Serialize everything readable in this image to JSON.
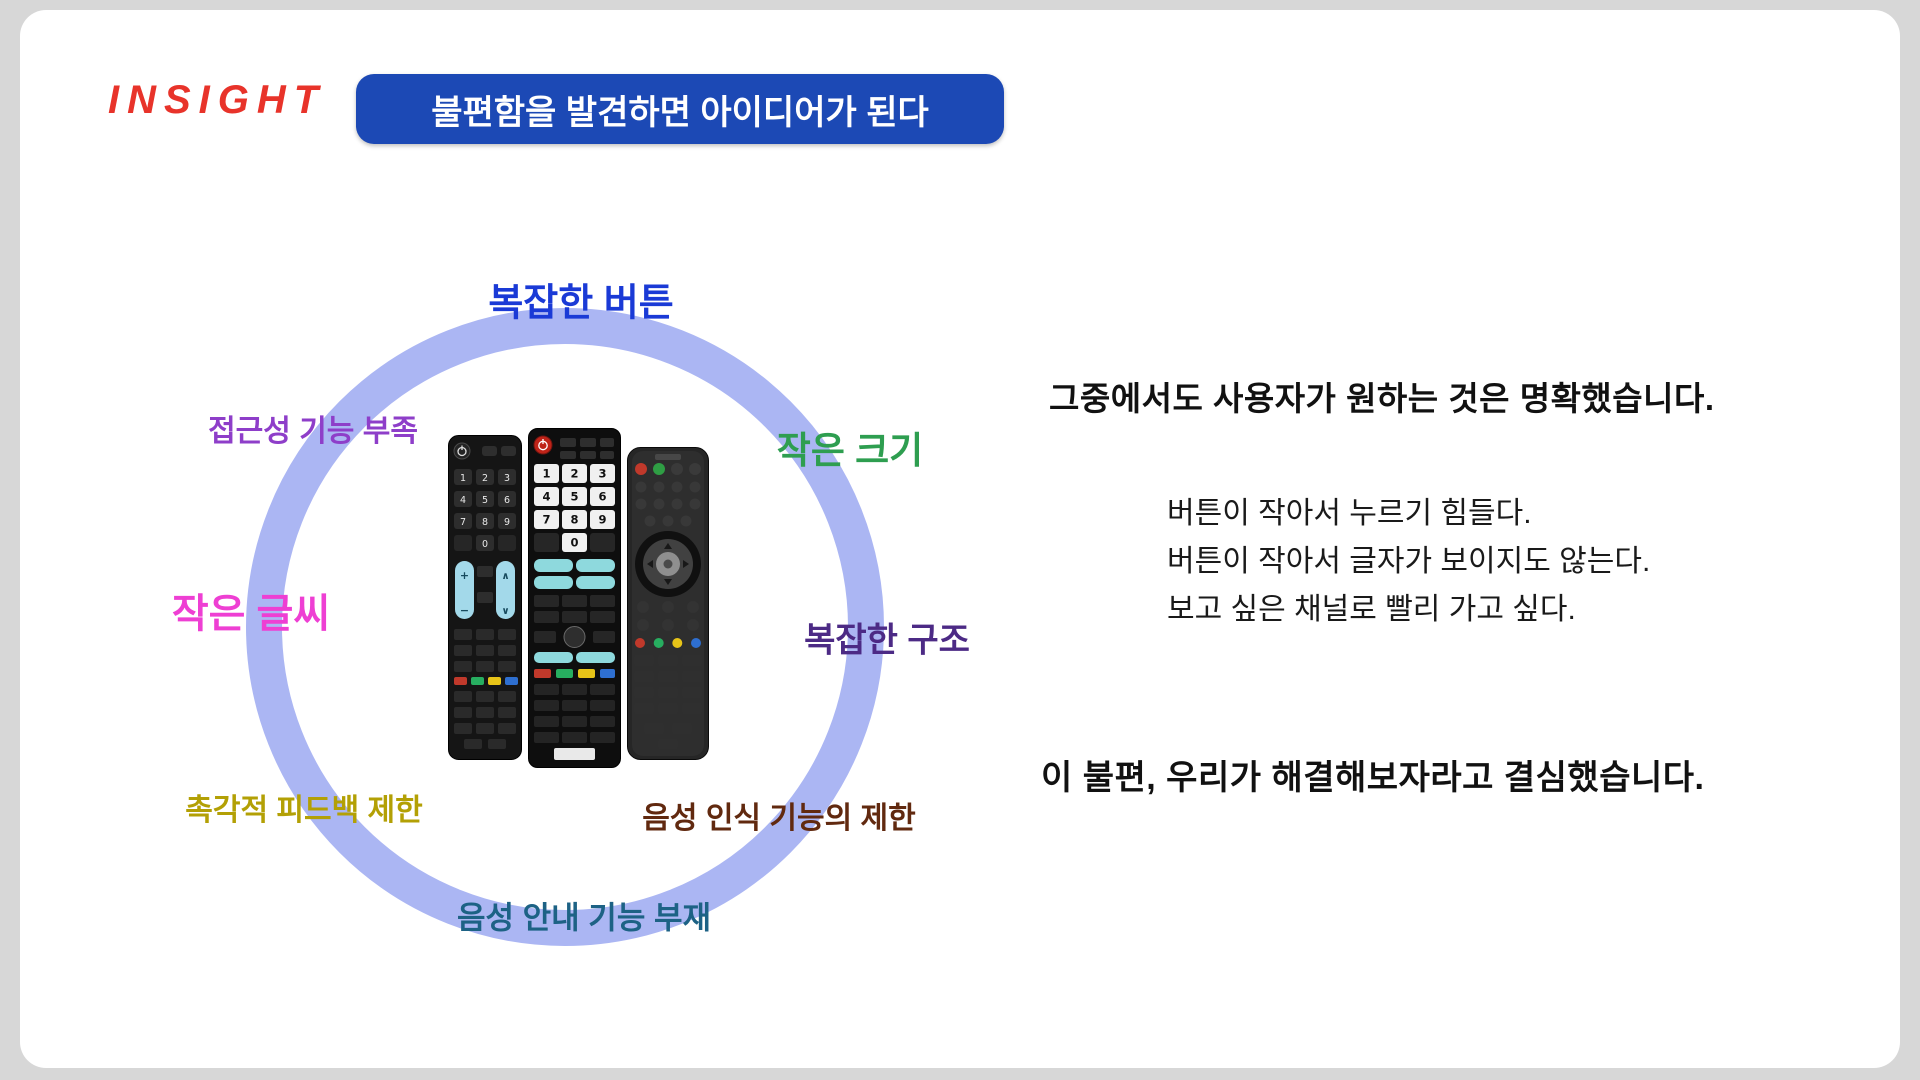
{
  "header": {
    "insight_label": "INSIGHT",
    "insight_color": "#e8332a",
    "title_pill": {
      "text": "불편함을 발견하면 아이디어가 된다",
      "bg": "#1c49b5",
      "text_color": "#ffffff"
    }
  },
  "diagram": {
    "ring_color": "#abb6f3",
    "labels": [
      {
        "text": "복잡한 버튼",
        "color": "#1a3ad6"
      },
      {
        "text": "접근성 기능 부족",
        "color": "#8e3ec9"
      },
      {
        "text": "작은 크기",
        "color": "#2e9e50"
      },
      {
        "text": "작은 글씨",
        "color": "#ee3fd3"
      },
      {
        "text": "복잡한 구조",
        "color": "#4c2a85"
      },
      {
        "text": "촉각적 피드백 제한",
        "color": "#b3a005"
      },
      {
        "text": "음성 인식 기능의 제한",
        "color": "#61290f"
      },
      {
        "text": "음성 안내 기능 부재",
        "color": "#1d6285"
      }
    ],
    "remotes": {
      "keypad": [
        "1",
        "2",
        "3",
        "4",
        "5",
        "6",
        "7",
        "8",
        "9",
        "0"
      ],
      "volume_plus": "+",
      "volume_minus": "−",
      "channel_up": "∧",
      "channel_down": "∨"
    }
  },
  "right_panel": {
    "headline": "그중에서도 사용자가 원하는 것은 명확했습니다.",
    "complaints": [
      "버튼이 작아서 누르기 힘들다.",
      "버튼이 작아서 글자가 보이지도 않는다.",
      "보고 싶은 채널로 빨리 가고 싶다."
    ],
    "conclusion": "이 불편, 우리가 해결해보자라고 결심했습니다."
  }
}
